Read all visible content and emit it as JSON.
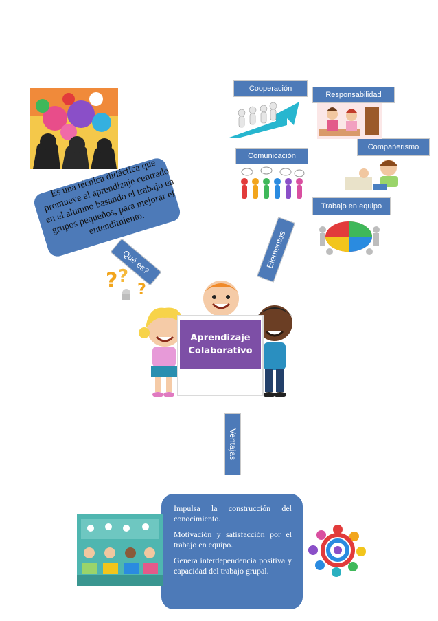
{
  "definition": {
    "text": "Es una técnica didáctica que promueve el aprendizaje centrado en el alumno basando el trabajo en grupos pequeños, para mejorar el entendimiento."
  },
  "center": {
    "line1": "Aprendizaje",
    "line2": "Colaborativo"
  },
  "connectors": {
    "que_es": "Qué es?",
    "elementos": "Elementos",
    "ventajas": "Ventajas"
  },
  "elements": {
    "cooperacion": "Cooperación",
    "responsabilidad": "Responsabilidad",
    "companerismo": "Compañerismo",
    "comunicacion": "Comunicación",
    "trabajo_equipo": "Trabajo en equipo"
  },
  "advantages": [
    "Impulsa la construcción del conocimiento.",
    "Motivación y satisfacción por el trabajo en equipo.",
    "Genera interdependencia positiva y capacidad del trabajo grupal."
  ],
  "colors": {
    "box_blue": "#4d7ab8",
    "title_purple": "#7d4fa6"
  }
}
